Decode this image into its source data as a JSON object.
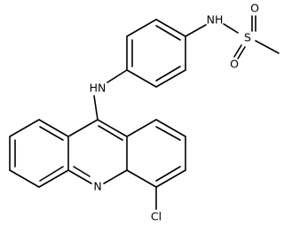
{
  "diagram": {
    "atoms": {
      "sulfonamide_nh": "NH",
      "sulfur": "S",
      "oxygen_1": "O",
      "oxygen_2": "O",
      "amine_nh": "HN",
      "ring_nitrogen": "N",
      "chlorine": "Cl"
    }
  }
}
